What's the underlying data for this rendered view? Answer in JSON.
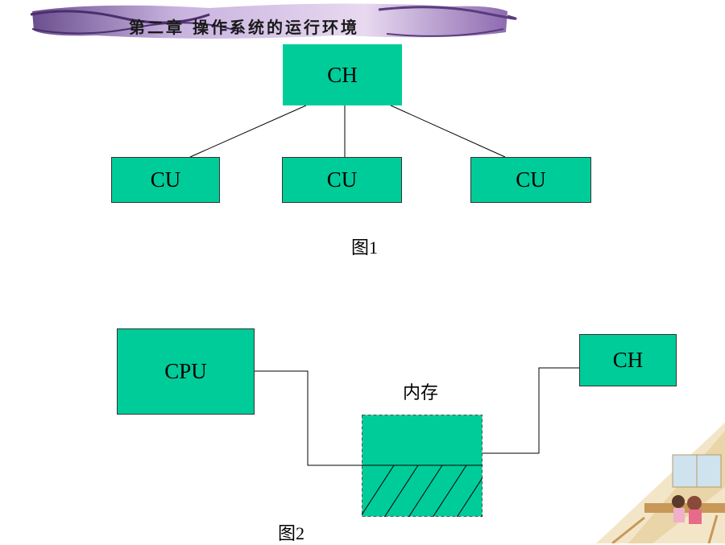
{
  "header": {
    "title": "第二章 操作系统的运行环境"
  },
  "figure1": {
    "top_node": "CH",
    "children": [
      "CU",
      "CU",
      "CU"
    ],
    "caption": "图1"
  },
  "figure2": {
    "cpu": "CPU",
    "memory_label": "内存",
    "channel": "CH",
    "caption": "图2"
  },
  "colors": {
    "box_fill": "#00cc99",
    "line": "#000000",
    "banner": "#a58cc4"
  }
}
